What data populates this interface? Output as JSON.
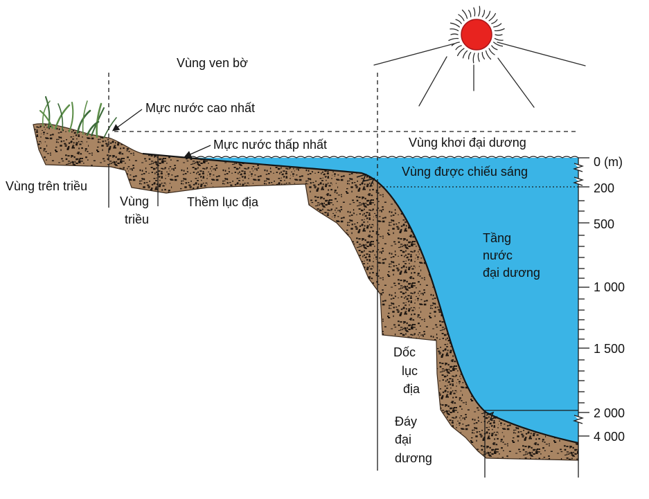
{
  "labels": {
    "coastal_zone": "Vùng ven bờ",
    "high_tide": "Mực nước cao nhất",
    "low_tide": "Mực nước thấp nhất",
    "oceanic_zone": "Vùng khơi đại dương",
    "photic_zone": "Vùng được chiếu sáng",
    "supratidal": "Vùng trên triều",
    "intertidal": [
      "Vùng",
      "triều"
    ],
    "continental_shelf": "Thềm lục địa",
    "pelagic": [
      "Tầng",
      "nước",
      "đại dương"
    ],
    "continental_slope": [
      "Dốc",
      "lục",
      "địa"
    ],
    "ocean_floor": [
      "Đáy",
      "đại",
      "dương"
    ]
  },
  "depth_scale": [
    "0 (m)",
    "200",
    "500",
    "1 000",
    "1 500",
    "2 000",
    "4 000"
  ],
  "colors": {
    "water": "#3ab4e6",
    "sediment": "#a98563",
    "speckle": "#1c1510",
    "sun": "#e8231f",
    "sun_edge": "#a8161a",
    "grass": "#5e8f4a",
    "grass_dark": "#3d6b3a"
  },
  "icons": {
    "sun": "sun-icon",
    "grass": "grass-icon"
  }
}
